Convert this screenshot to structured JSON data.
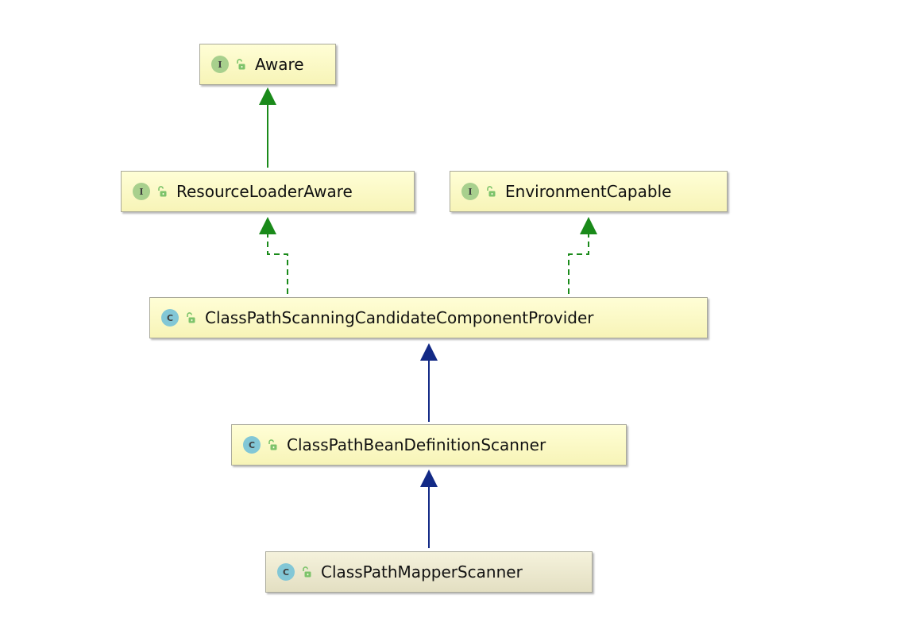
{
  "diagram": {
    "nodes": [
      {
        "id": "aware",
        "name": "Aware",
        "kind": "interface",
        "kind_letter": "I",
        "visibility_icon": "unlocked-icon"
      },
      {
        "id": "resource-loader-aware",
        "name": "ResourceLoaderAware",
        "kind": "interface",
        "kind_letter": "I",
        "visibility_icon": "unlocked-icon"
      },
      {
        "id": "environment-capable",
        "name": "EnvironmentCapable",
        "kind": "interface",
        "kind_letter": "I",
        "visibility_icon": "unlocked-icon"
      },
      {
        "id": "cpscp",
        "name": "ClassPathScanningCandidateComponentProvider",
        "kind": "class",
        "kind_letter": "C",
        "visibility_icon": "unlocked-icon"
      },
      {
        "id": "cpbds",
        "name": "ClassPathBeanDefinitionScanner",
        "kind": "class",
        "kind_letter": "C",
        "visibility_icon": "unlocked-icon"
      },
      {
        "id": "cpms",
        "name": "ClassPathMapperScanner",
        "kind": "class",
        "kind_letter": "C",
        "visibility_icon": "unlocked-icon",
        "selected": true
      }
    ],
    "edges": [
      {
        "from": "resource-loader-aware",
        "to": "aware",
        "type": "extends-interface"
      },
      {
        "from": "cpscp",
        "to": "resource-loader-aware",
        "type": "implements"
      },
      {
        "from": "cpscp",
        "to": "environment-capable",
        "type": "implements"
      },
      {
        "from": "cpbds",
        "to": "cpscp",
        "type": "extends-class"
      },
      {
        "from": "cpms",
        "to": "cpbds",
        "type": "extends-class"
      }
    ],
    "colors": {
      "interface_edge": "#1a8a1a",
      "class_edge": "#132a86",
      "node_fill": "#fdfbc9",
      "interface_badge": "#a8d08d",
      "class_badge": "#82c7d6",
      "lock_icon": "#7cc36a"
    }
  }
}
